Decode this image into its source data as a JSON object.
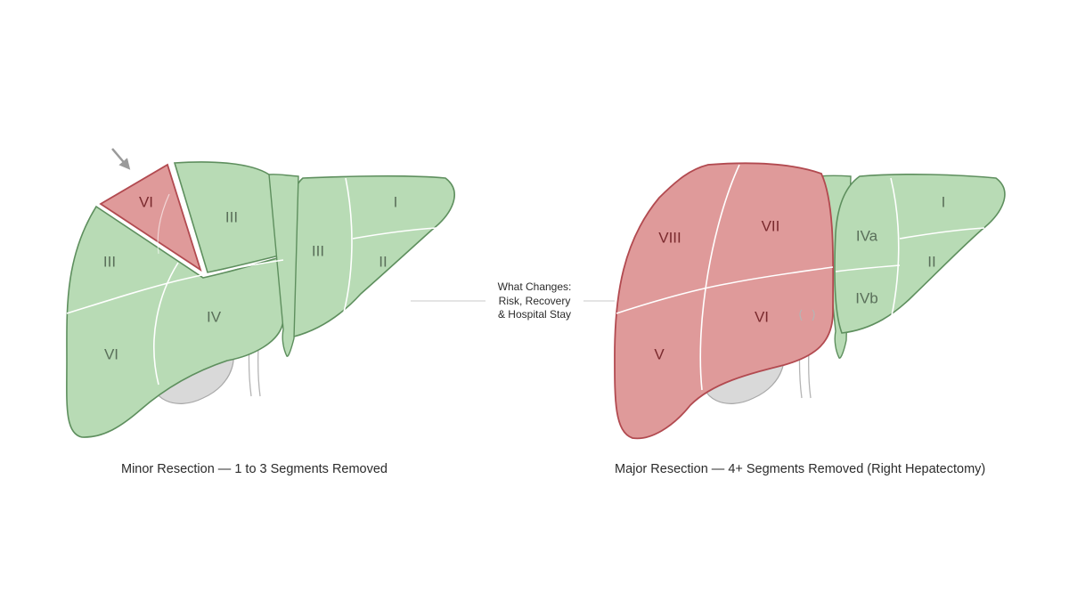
{
  "colors": {
    "healthy_fill": "#b8dbb5",
    "healthy_stroke": "#5e8f5e",
    "resected_fill": "#df9a9a",
    "resected_stroke": "#b24a50",
    "gallbladder": "#d9d9d9",
    "arrow": "#9a9a9a",
    "healthy_text": "#5a6f5a",
    "resected_text": "#7a2a2e"
  },
  "left_liver": {
    "caption": "Minor Resection — 1 to 3 Segments Removed",
    "segments": {
      "removed_wedge": "VI",
      "upper_center": "III",
      "upper_left": "III",
      "lower_left": "VI",
      "center": "IV",
      "lobe_middle": "III",
      "lobe_top_right": "I",
      "lobe_bottom_right": "II"
    },
    "indicator": "arrow-icon"
  },
  "right_liver": {
    "caption": "Major Resection — 4+ Segments Removed (Right Hepatectomy)",
    "segments": {
      "upper_left": "VIII",
      "upper_right": "VII",
      "lower_left": "V",
      "lower_right": "VI",
      "lobe_upper": "IVa",
      "lobe_lower": "IVb",
      "lobe_top_right": "I",
      "lobe_bottom_right": "II"
    }
  },
  "center_note": {
    "line1": "What Changes:",
    "line2": "Risk, Recovery",
    "line3": "& Hospital Stay"
  }
}
